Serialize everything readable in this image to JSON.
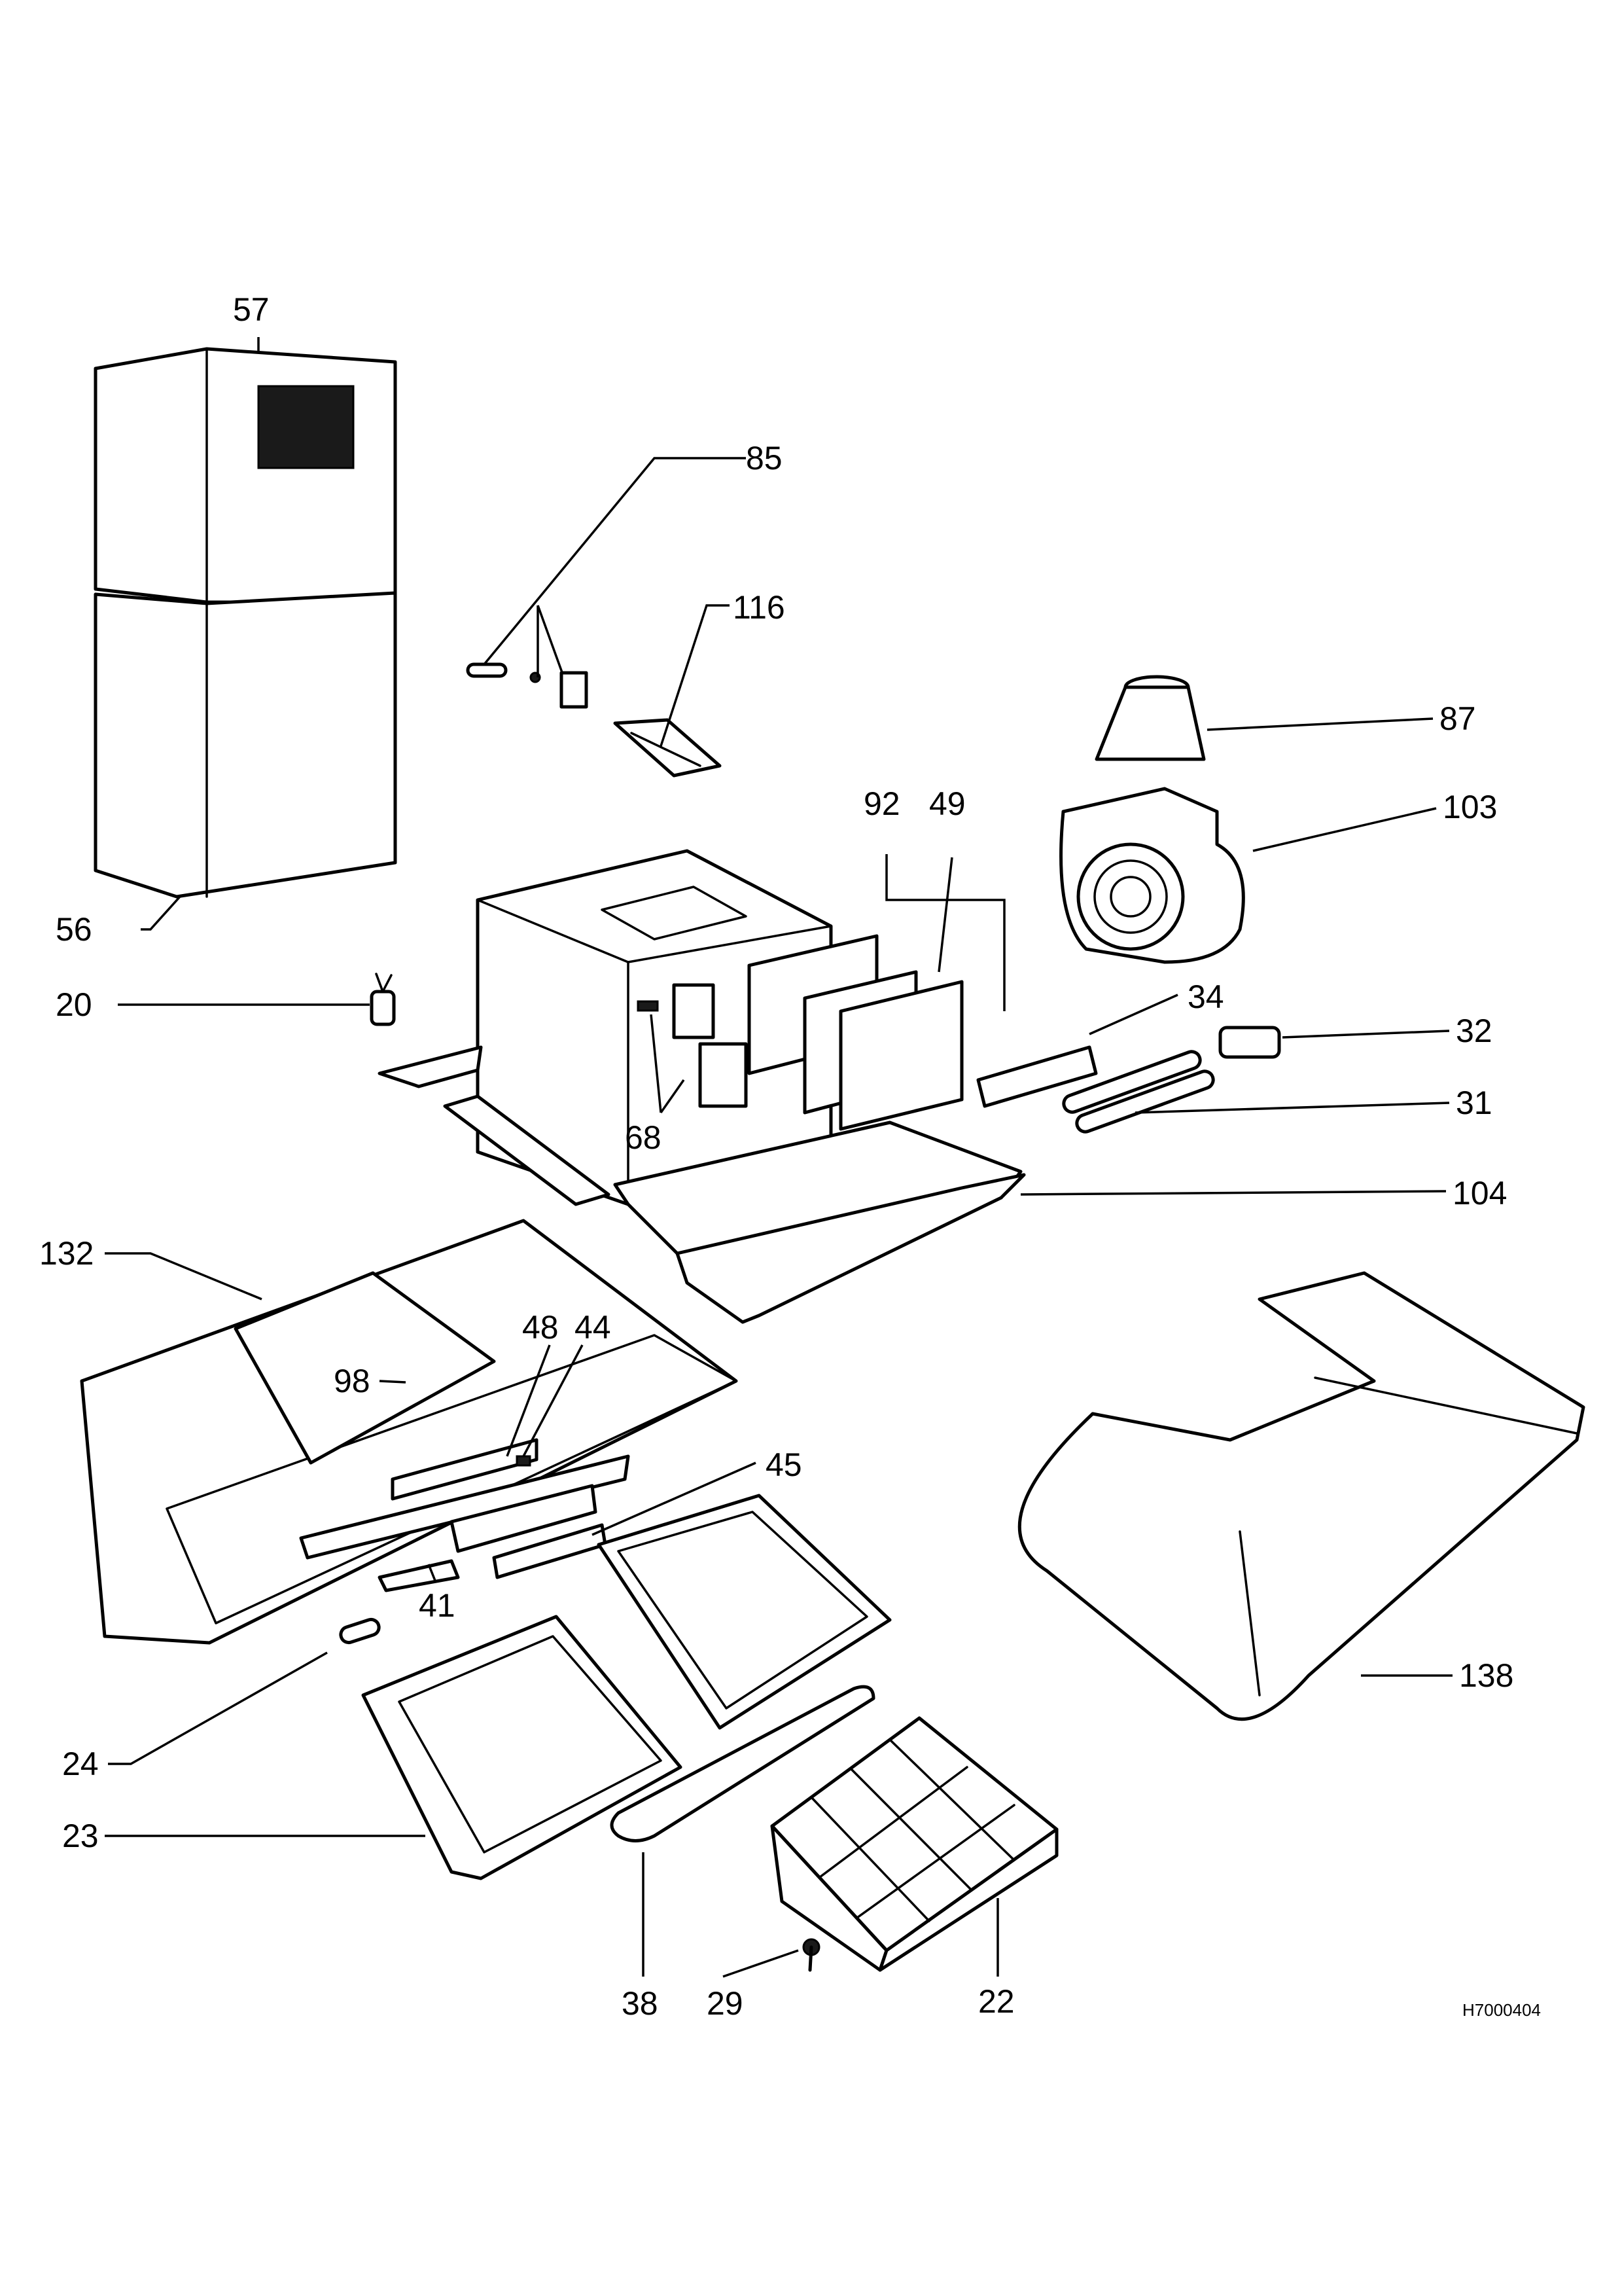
{
  "diagram": {
    "drawing_code": "H7000404",
    "callouts": [
      {
        "id": "c57",
        "label": "57"
      },
      {
        "id": "c85",
        "label": "85"
      },
      {
        "id": "c116",
        "label": "116"
      },
      {
        "id": "c87",
        "label": "87"
      },
      {
        "id": "c103",
        "label": "103"
      },
      {
        "id": "c92",
        "label": "92"
      },
      {
        "id": "c49",
        "label": "49"
      },
      {
        "id": "c56",
        "label": "56"
      },
      {
        "id": "c20",
        "label": "20"
      },
      {
        "id": "c34",
        "label": "34"
      },
      {
        "id": "c32",
        "label": "32"
      },
      {
        "id": "c31",
        "label": "31"
      },
      {
        "id": "c68",
        "label": "68"
      },
      {
        "id": "c104",
        "label": "104"
      },
      {
        "id": "c132",
        "label": "132"
      },
      {
        "id": "c98",
        "label": "98"
      },
      {
        "id": "c48",
        "label": "48"
      },
      {
        "id": "c44",
        "label": "44"
      },
      {
        "id": "c45",
        "label": "45"
      },
      {
        "id": "c41",
        "label": "41"
      },
      {
        "id": "c138",
        "label": "138"
      },
      {
        "id": "c24",
        "label": "24"
      },
      {
        "id": "c23",
        "label": "23"
      },
      {
        "id": "c38",
        "label": "38"
      },
      {
        "id": "c29",
        "label": "29"
      },
      {
        "id": "c22",
        "label": "22"
      }
    ]
  }
}
